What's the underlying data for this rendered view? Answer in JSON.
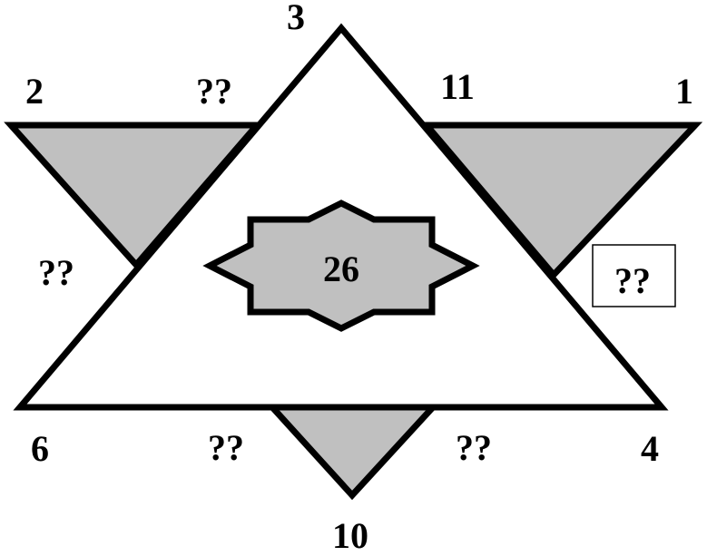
{
  "colors": {
    "shaded": "#c0c0c0",
    "outline": "#000000",
    "background": "#ffffff"
  },
  "labels": {
    "top_vertex": "3",
    "top_left_corner": "2",
    "top_left_edge": "??",
    "top_right_edge": "11",
    "top_right_corner": "1",
    "left_middle": "??",
    "right_middle_boxed": "??",
    "bottom_left_corner": "6",
    "bottom_left_edge": "??",
    "bottom_right_edge": "??",
    "bottom_right_corner": "4",
    "bottom_vertex": "10",
    "center_value": "26"
  }
}
